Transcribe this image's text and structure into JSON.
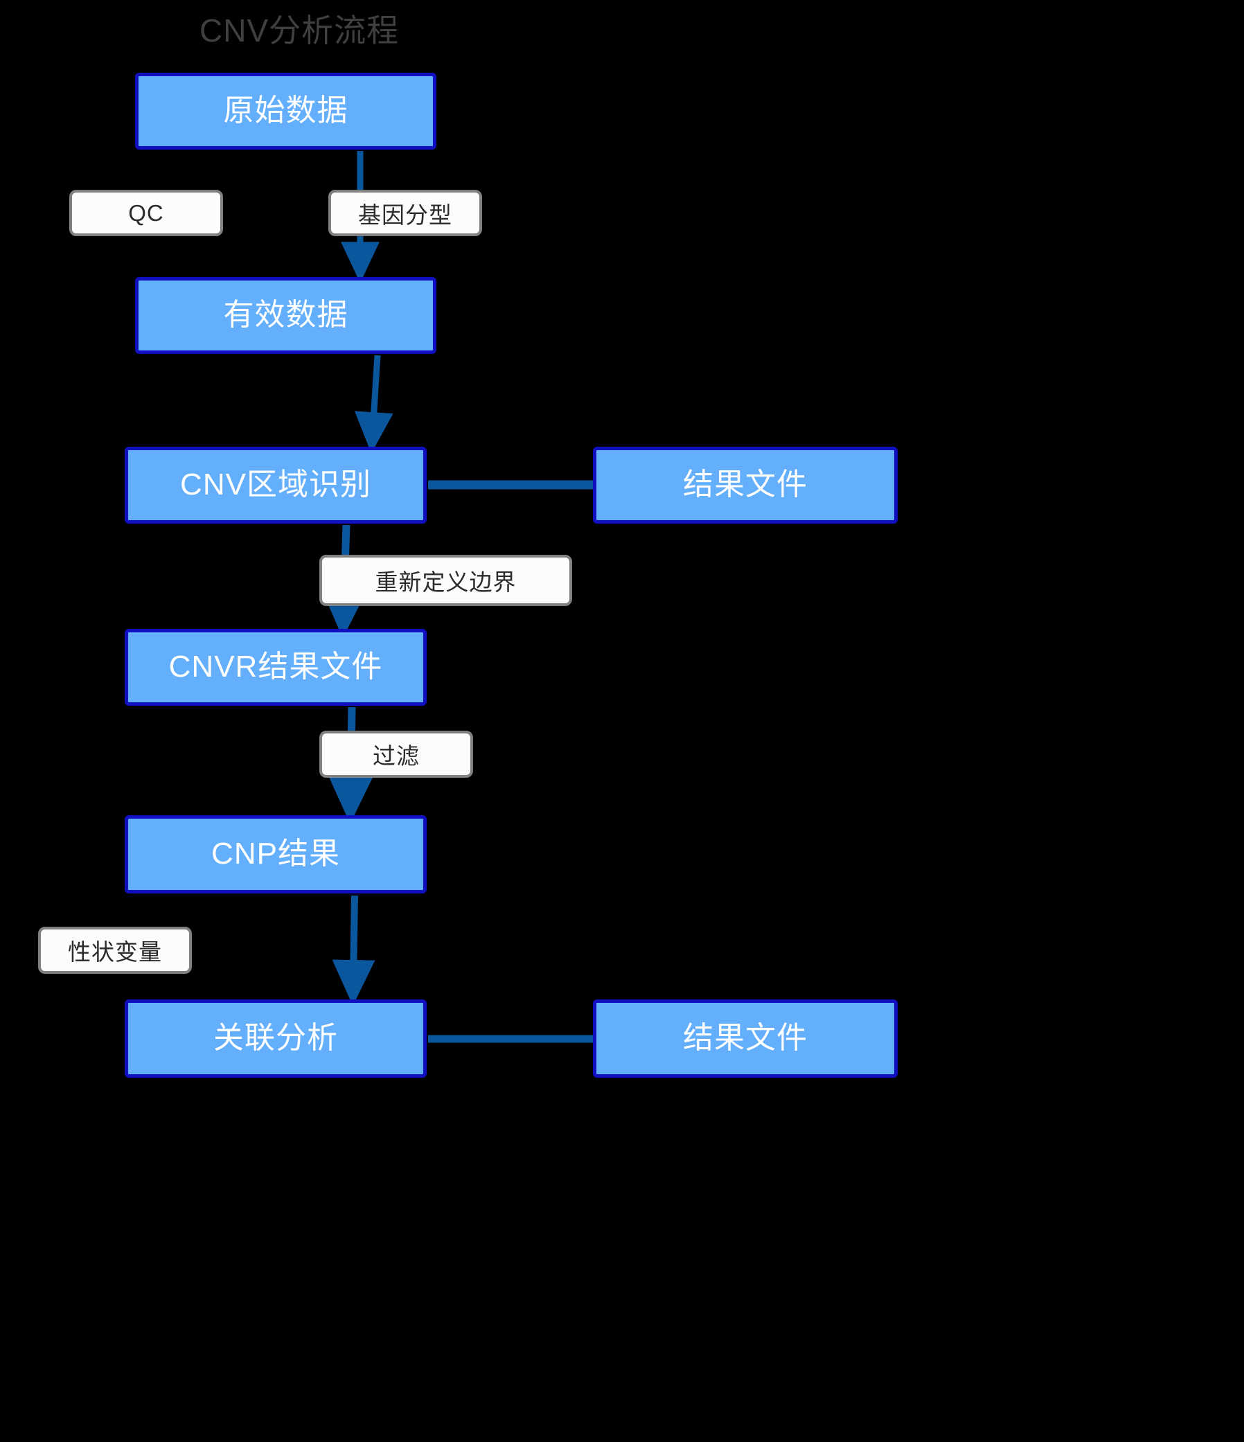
{
  "title": "CNV分析流程",
  "colors": {
    "background": "#000000",
    "node_fill": "#64AFFB",
    "node_border": "#1010C0",
    "node_text": "#FFFFFF",
    "label_fill": "#FCFCFC",
    "label_border": "#808080",
    "label_text": "#2b2b2b",
    "arrow": "#0B579E",
    "title_text": "#3f3f3f"
  },
  "nodes": [
    {
      "id": "raw-data",
      "label": "原始数据"
    },
    {
      "id": "valid-data",
      "label": "有效数据"
    },
    {
      "id": "cnv-region-call",
      "label": "CNV区域识别"
    },
    {
      "id": "result-file-1",
      "label": "结果文件"
    },
    {
      "id": "cnvr-result",
      "label": "CNVR结果文件"
    },
    {
      "id": "cnp-result",
      "label": "CNP结果"
    },
    {
      "id": "association",
      "label": "关联分析"
    },
    {
      "id": "result-file-2",
      "label": "结果文件"
    }
  ],
  "edge_labels": [
    {
      "id": "qc",
      "label": "QC"
    },
    {
      "id": "genotyping",
      "label": "基因分型"
    },
    {
      "id": "redefine",
      "label": "重新定义边界"
    },
    {
      "id": "filter",
      "label": "过滤"
    },
    {
      "id": "trait-var",
      "label": "性状变量"
    }
  ]
}
